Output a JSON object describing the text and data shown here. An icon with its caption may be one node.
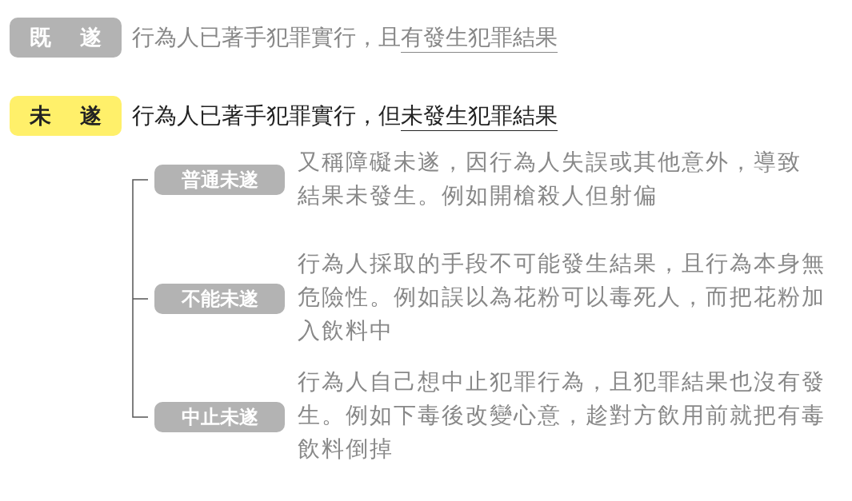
{
  "diagram": {
    "nodes": [
      {
        "text": [
          "既 遂"
        ],
        "beside": [
          "行為人已著手犯罪實行，且",
          "有發生犯罪結果"
        ]
      },
      {
        "text": [
          "未 遂"
        ],
        "beside": [
          "行為人已著手犯罪實行，但",
          "未發生犯罪結果"
        ]
      },
      {
        "text": [
          "普通未遂"
        ],
        "beside": [
          "又稱障礙未遂，因行為人失誤或其他意外，導致結果未發生。例如開槍殺人但射偏"
        ]
      },
      {
        "text": [
          "不能未遂"
        ],
        "beside": [
          "行為人採取的手段不可能發生結果，且行為本身無危險性。例如誤以為花粉可以毒死人，而把花粉加入飲料中"
        ]
      },
      {
        "text": [
          "中止未遂"
        ],
        "beside": [
          "行為人自己想中止犯罪行為，且犯罪結果也沒有發生。例如下毒後改變心意，趁對方飲用前就把有毒飲料倒掉"
        ]
      }
    ]
  }
}
